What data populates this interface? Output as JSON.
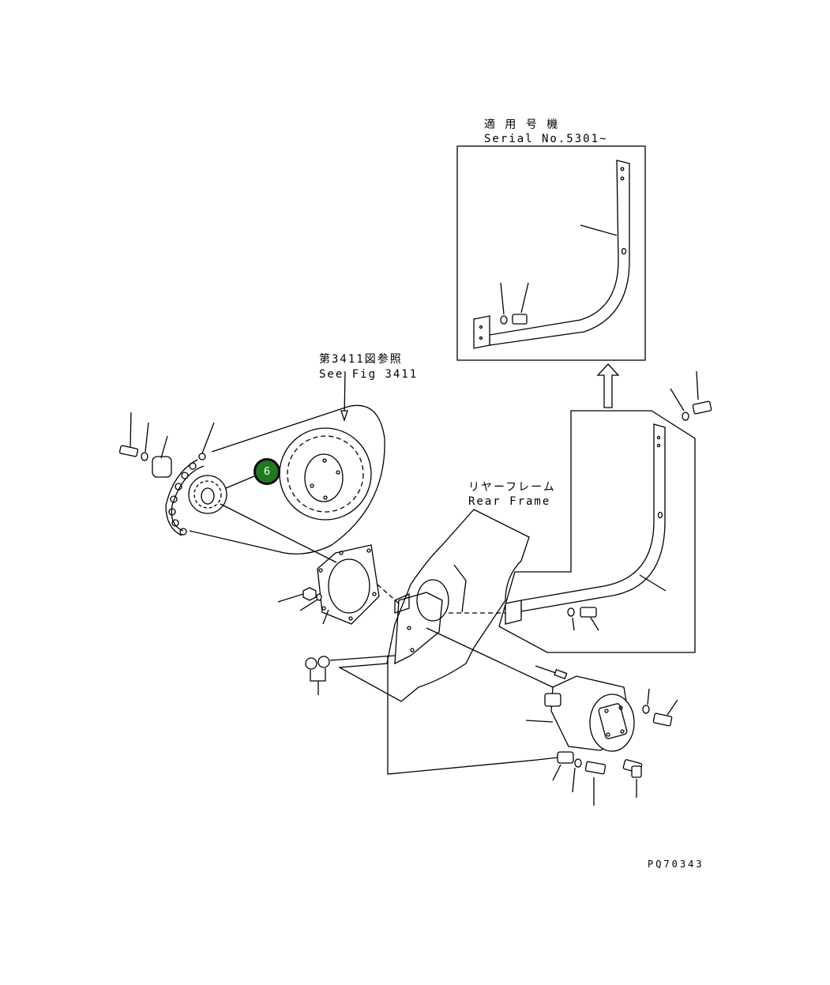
{
  "inset": {
    "title_jp": "適 用 号 機",
    "title_en": "Serial No.5301~"
  },
  "labels": {
    "see_fig_jp": "第3411図参照",
    "see_fig_en": "See Fig 3411",
    "rear_frame_jp": "リヤーフレーム",
    "rear_frame_en": "Rear Frame",
    "drawing_code": "PQ70343"
  },
  "callouts": [
    {
      "id": "6",
      "label": "6",
      "color": "#1f7a1f"
    }
  ]
}
